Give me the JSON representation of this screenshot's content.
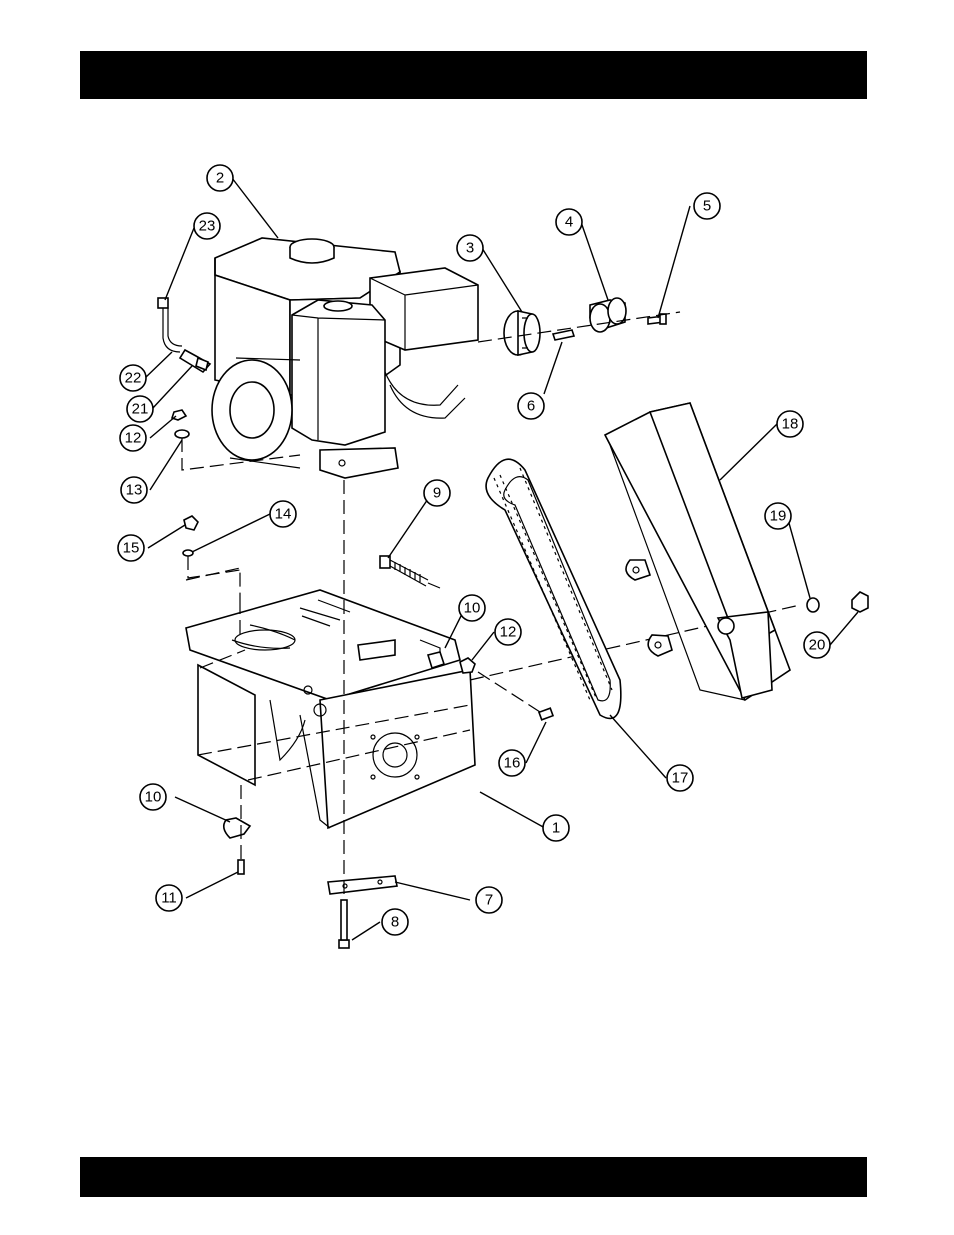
{
  "diagram": {
    "callouts": [
      {
        "id": "1",
        "label": "1"
      },
      {
        "id": "2",
        "label": "2"
      },
      {
        "id": "3",
        "label": "3"
      },
      {
        "id": "4",
        "label": "4"
      },
      {
        "id": "5",
        "label": "5"
      },
      {
        "id": "6",
        "label": "6"
      },
      {
        "id": "7",
        "label": "7"
      },
      {
        "id": "8",
        "label": "8"
      },
      {
        "id": "9",
        "label": "9"
      },
      {
        "id": "10a",
        "label": "10"
      },
      {
        "id": "10b",
        "label": "10"
      },
      {
        "id": "11",
        "label": "11"
      },
      {
        "id": "12a",
        "label": "12"
      },
      {
        "id": "12b",
        "label": "12"
      },
      {
        "id": "13",
        "label": "13"
      },
      {
        "id": "14",
        "label": "14"
      },
      {
        "id": "15",
        "label": "15"
      },
      {
        "id": "16",
        "label": "16"
      },
      {
        "id": "17",
        "label": "17"
      },
      {
        "id": "18",
        "label": "18"
      },
      {
        "id": "19",
        "label": "19"
      },
      {
        "id": "20",
        "label": "20"
      },
      {
        "id": "21",
        "label": "21"
      },
      {
        "id": "22",
        "label": "22"
      },
      {
        "id": "23",
        "label": "23"
      }
    ]
  }
}
